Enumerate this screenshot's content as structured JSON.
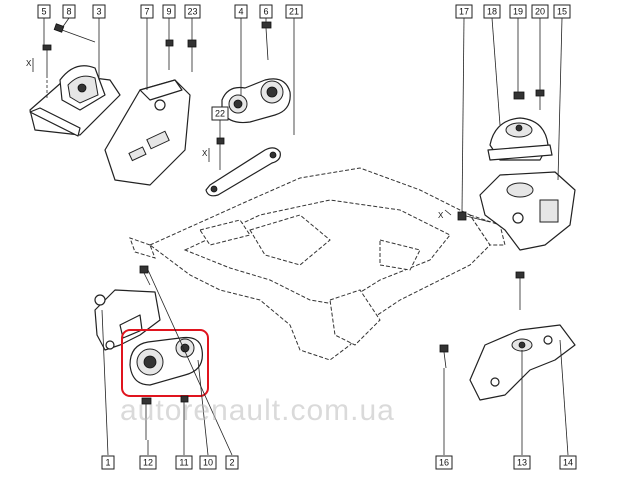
{
  "callouts": [
    {
      "id": "5",
      "label": "5"
    },
    {
      "id": "8",
      "label": "8"
    },
    {
      "id": "3",
      "label": "3"
    },
    {
      "id": "7",
      "label": "7"
    },
    {
      "id": "9",
      "label": "9"
    },
    {
      "id": "23",
      "label": "23"
    },
    {
      "id": "4",
      "label": "4"
    },
    {
      "id": "6",
      "label": "6"
    },
    {
      "id": "21",
      "label": "21"
    },
    {
      "id": "22",
      "label": "22"
    },
    {
      "id": "17",
      "label": "17"
    },
    {
      "id": "18",
      "label": "18"
    },
    {
      "id": "19",
      "label": "19"
    },
    {
      "id": "20",
      "label": "20"
    },
    {
      "id": "15",
      "label": "15"
    },
    {
      "id": "1",
      "label": "1"
    },
    {
      "id": "12",
      "label": "12"
    },
    {
      "id": "11",
      "label": "11"
    },
    {
      "id": "10",
      "label": "10"
    },
    {
      "id": "2",
      "label": "2"
    },
    {
      "id": "16",
      "label": "16"
    },
    {
      "id": "13",
      "label": "13"
    },
    {
      "id": "14",
      "label": "14"
    }
  ],
  "axis_marks": {
    "x1": "X",
    "x2": "X",
    "x3": "X"
  },
  "watermark": "autorenault.com.ua",
  "highlight_color": "#e0141e"
}
